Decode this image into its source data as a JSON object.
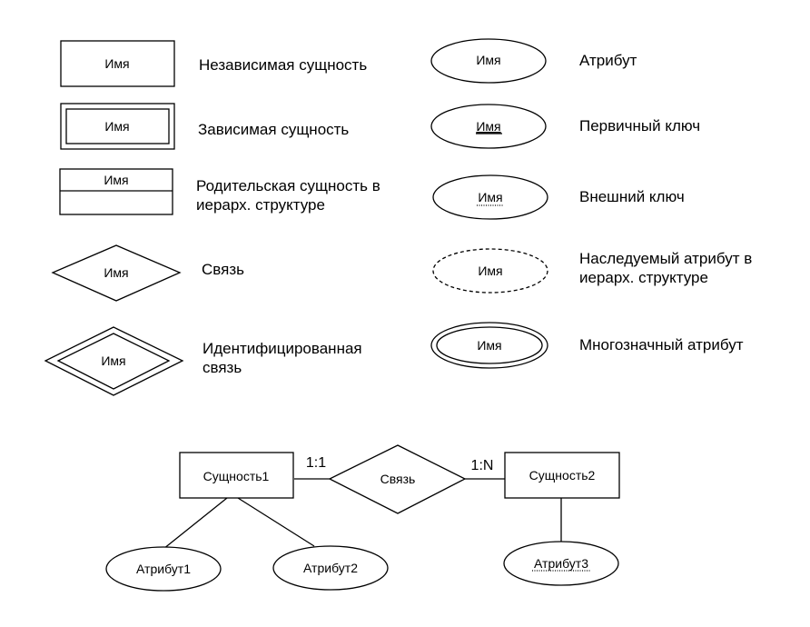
{
  "legend": {
    "independent_entity": {
      "shape": "Имя",
      "desc": "Независимая сущность"
    },
    "dependent_entity": {
      "shape": "Имя",
      "desc": "Зависимая сущность"
    },
    "parent_entity": {
      "shape": "Имя",
      "desc_line1": "Родительская сущность в",
      "desc_line2": "иерарх. структуре"
    },
    "relationship": {
      "shape": "Имя",
      "desc": "Связь"
    },
    "identified_relationship": {
      "shape": "Имя",
      "desc_line1": "Идентифицированная",
      "desc_line2": "связь"
    },
    "attribute": {
      "shape": "Имя",
      "desc": "Атрибут"
    },
    "primary_key": {
      "shape": "Имя",
      "desc": "Первичный ключ"
    },
    "foreign_key": {
      "shape": "Имя",
      "desc": "Внешний ключ"
    },
    "inherited_attribute": {
      "shape": "Имя",
      "desc_line1": "Наследуемый атрибут в",
      "desc_line2": "иерарх. структуре"
    },
    "multivalued_attribute": {
      "shape": "Имя",
      "desc": "Многозначный атрибут"
    }
  },
  "example": {
    "entity1": "Сущность1",
    "entity2": "Сущность2",
    "relationship": "Связь",
    "cardinality_left": "1:1",
    "cardinality_right": "1:N",
    "attribute1": "Атрибут1",
    "attribute2": "Атрибут2",
    "attribute3": "Атрибут3"
  }
}
